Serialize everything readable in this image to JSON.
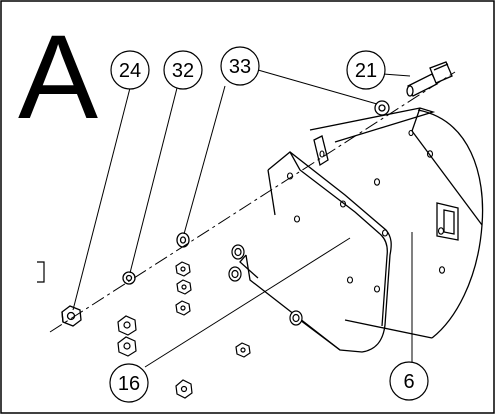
{
  "view": {
    "label": "A"
  },
  "callouts": [
    {
      "id": "c24",
      "text": "24"
    },
    {
      "id": "c32",
      "text": "32"
    },
    {
      "id": "c33",
      "text": "33"
    },
    {
      "id": "c21",
      "text": "21"
    },
    {
      "id": "c16",
      "text": "16"
    },
    {
      "id": "c6",
      "text": "6"
    }
  ],
  "colors": {
    "line": "#000000",
    "background": "#ffffff"
  }
}
